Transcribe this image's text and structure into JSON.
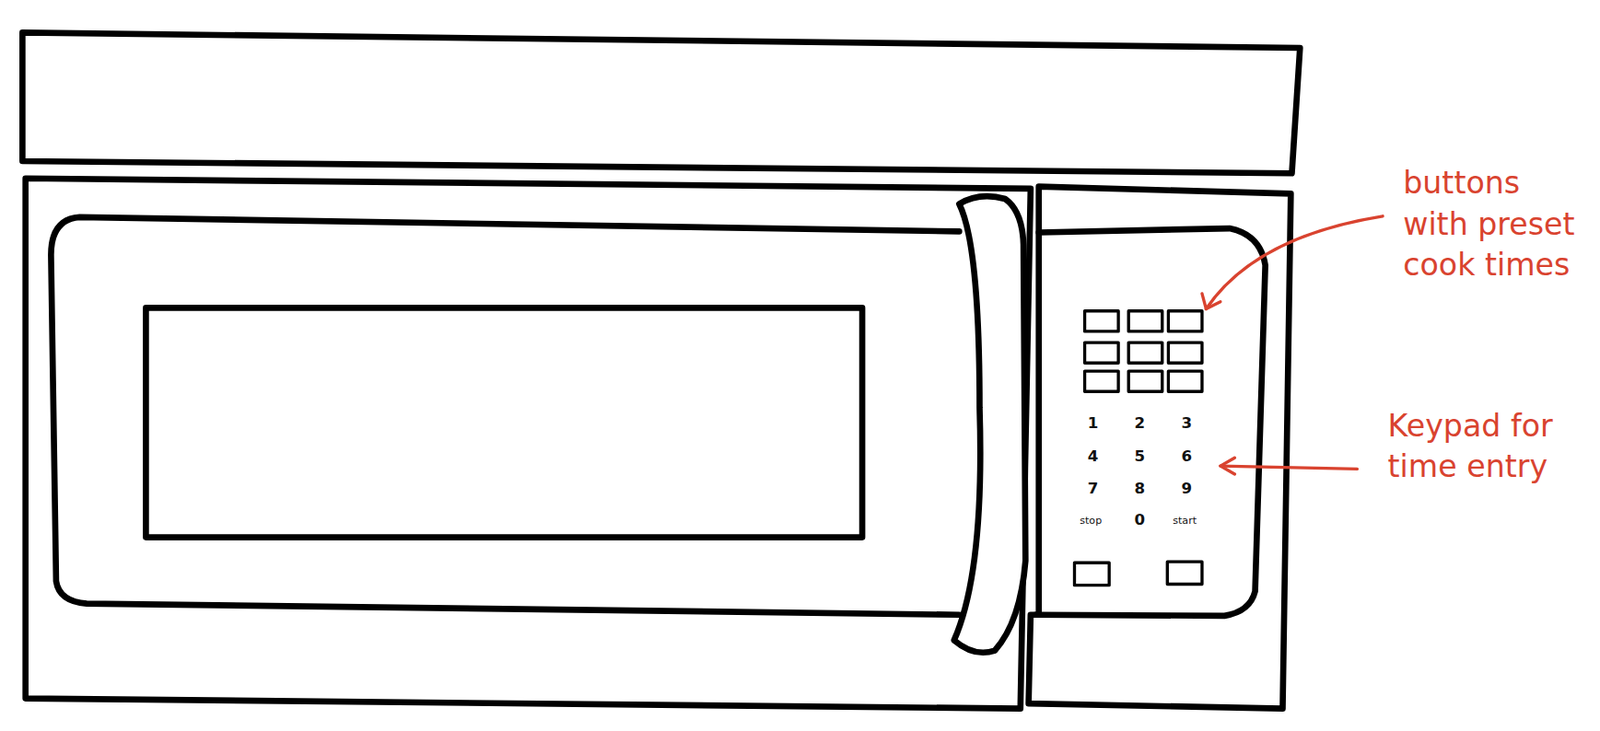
{
  "diagram": {
    "labels": [
      "buttons with preset cook times",
      "1",
      "2",
      "3",
      "4",
      "5",
      "6",
      "7",
      "8",
      "9",
      "stop",
      "0",
      "start",
      "Keypad for time entry"
    ]
  }
}
